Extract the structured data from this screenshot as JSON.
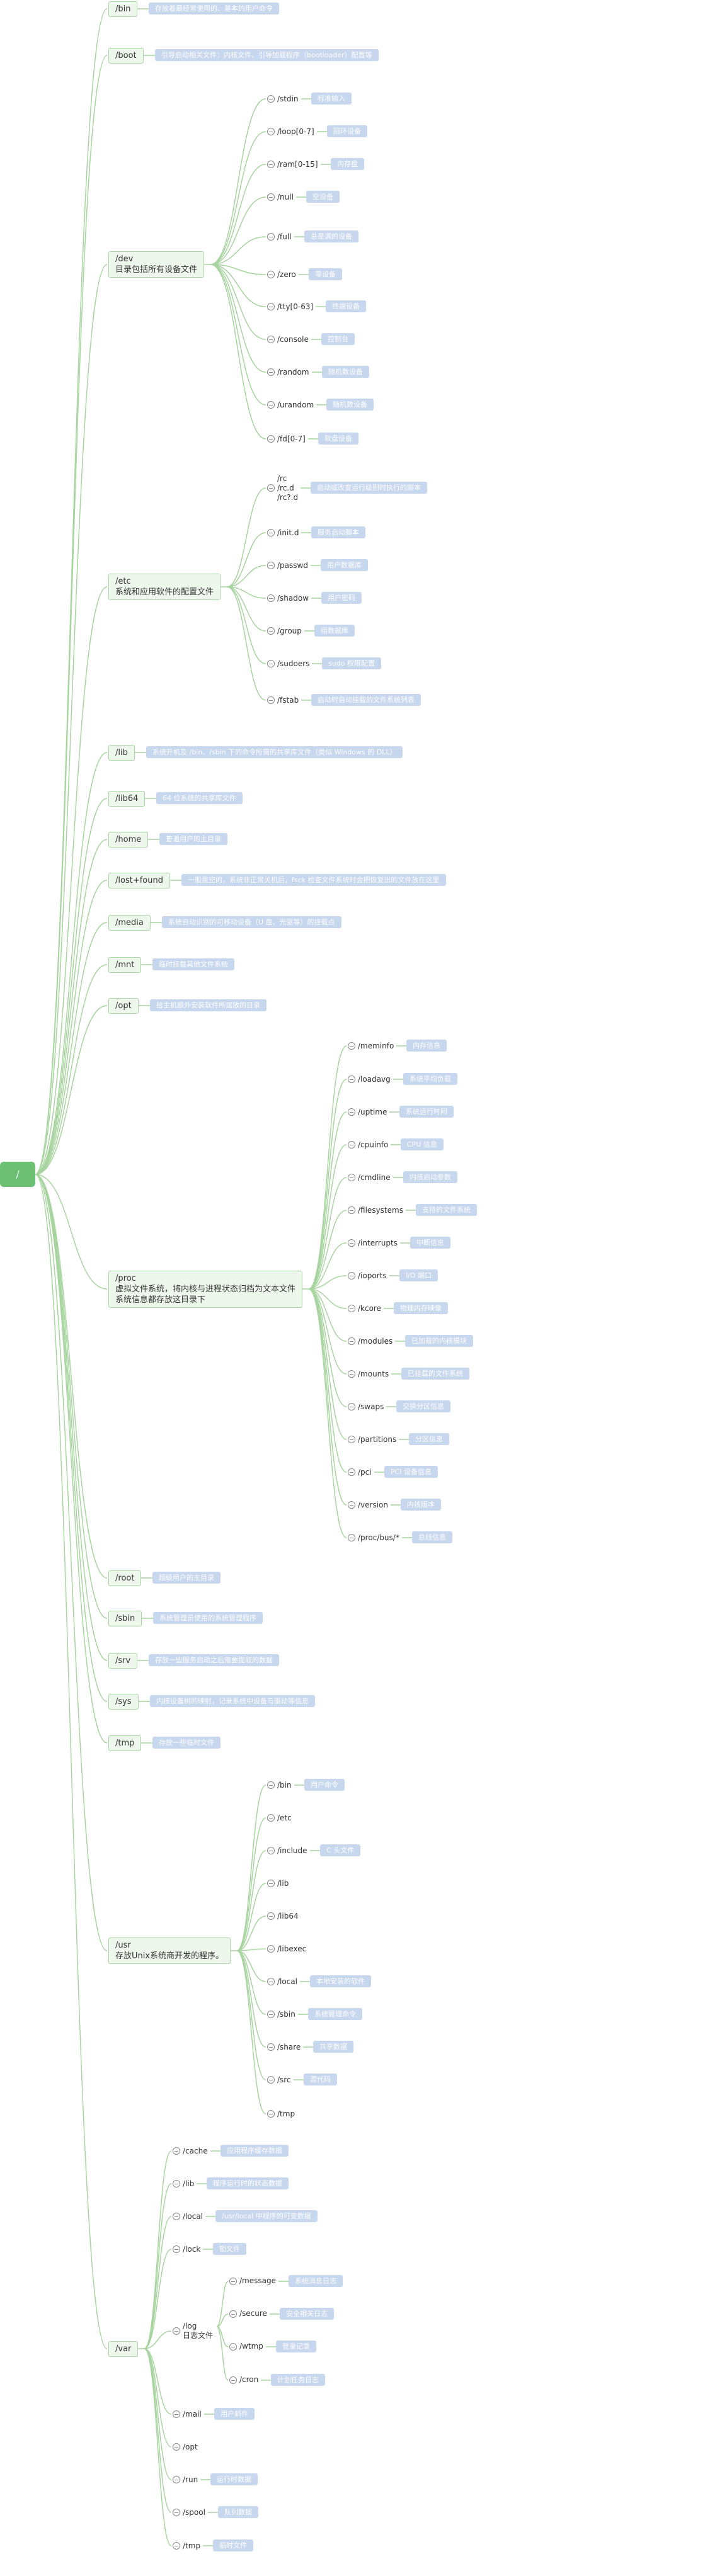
{
  "root": {
    "label": "/"
  },
  "level1": [
    {
      "id": "bin",
      "label": "/bin",
      "note": "存放着最经常使用的、基本的用户命令"
    },
    {
      "id": "boot",
      "label": "/boot",
      "note": "引导启动相关文件：内核文件、引导加载程序（bootloader）配置等"
    },
    {
      "id": "dev",
      "label": "/dev\n目录包括所有设备文件",
      "note": ""
    },
    {
      "id": "etc",
      "label": "/etc\n系统和应用软件的配置文件",
      "note": ""
    },
    {
      "id": "lib",
      "label": "/lib",
      "note": "系统开机及 /bin、/sbin 下的命令所需的共享库文件（类似 Windows 的 DLL）"
    },
    {
      "id": "lib64",
      "label": "/lib64",
      "note": "64 位系统的共享库文件"
    },
    {
      "id": "home",
      "label": "/home",
      "note": "普通用户的主目录"
    },
    {
      "id": "lostfound",
      "label": "/lost+found",
      "note": "一般是空的，系统非正常关机后，fsck 检查文件系统时会把恢复出的文件放在这里"
    },
    {
      "id": "media",
      "label": "/media",
      "note": "系统自动识别的可移动设备（U 盘、光驱等）的挂载点"
    },
    {
      "id": "mnt",
      "label": "/mnt",
      "note": "临时挂载其他文件系统"
    },
    {
      "id": "opt",
      "label": "/opt",
      "note": "给主机额外安装软件所摆放的目录"
    },
    {
      "id": "proc",
      "label": "/proc\n虚拟文件系统，将内核与进程状态归档为文本文件\n系统信息都存放这目录下",
      "note": ""
    },
    {
      "id": "root",
      "label": "/root",
      "note": "超级用户的主目录"
    },
    {
      "id": "sbin",
      "label": "/sbin",
      "note": "系统管理员使用的系统管理程序"
    },
    {
      "id": "srv",
      "label": "/srv",
      "note": "存放一些服务启动之后需要提取的数据"
    },
    {
      "id": "sys",
      "label": "/sys",
      "note": "内核设备树的映射，记录系统中设备与驱动等信息"
    },
    {
      "id": "tmp",
      "label": "/tmp",
      "note": "存放一些临时文件"
    },
    {
      "id": "usr",
      "label": "/usr\n存放Unix系统商开发的程序。",
      "note": ""
    },
    {
      "id": "var",
      "label": "/var",
      "note": ""
    }
  ],
  "children": {
    "dev": [
      {
        "label": "/stdin",
        "note": "标准输入"
      },
      {
        "label": "/loop[0-7]",
        "note": "回环设备"
      },
      {
        "label": "/ram[0-15]",
        "note": "内存盘"
      },
      {
        "label": "/null",
        "note": "空设备"
      },
      {
        "label": "/full",
        "note": "总是满的设备"
      },
      {
        "label": "/zero",
        "note": "零设备"
      },
      {
        "label": "/tty[0-63]",
        "note": "终端设备"
      },
      {
        "label": "/console",
        "note": "控制台"
      },
      {
        "label": "/random",
        "note": "随机数设备"
      },
      {
        "label": "/urandom",
        "note": "随机数设备"
      },
      {
        "label": "/fd[0-7]",
        "note": "软盘设备"
      }
    ],
    "etc": [
      {
        "label": "/rc\n/rc.d\n/rc?.d",
        "note": "启动或改变运行级别时执行的脚本"
      },
      {
        "label": "/init.d",
        "note": "服务启动脚本"
      },
      {
        "label": "/passwd",
        "note": "用户数据库"
      },
      {
        "label": "/shadow",
        "note": "用户密码"
      },
      {
        "label": "/group",
        "note": "组数据库"
      },
      {
        "label": "/sudoers",
        "note": "sudo 权限配置"
      },
      {
        "label": "/fstab",
        "note": "启动时自动挂载的文件系统列表"
      }
    ],
    "proc": [
      {
        "label": "/meminfo",
        "note": "内存信息"
      },
      {
        "label": "/loadavg",
        "note": "系统平均负载"
      },
      {
        "label": "/uptime",
        "note": "系统运行时间"
      },
      {
        "label": "/cpuinfo",
        "note": "CPU 信息"
      },
      {
        "label": "/cmdline",
        "note": "内核启动参数"
      },
      {
        "label": "/filesystems",
        "note": "支持的文件系统"
      },
      {
        "label": "/interrupts",
        "note": "中断信息"
      },
      {
        "label": "/ioports",
        "note": "I/O 端口"
      },
      {
        "label": "/kcore",
        "note": "物理内存映像"
      },
      {
        "label": "/modules",
        "note": "已加载的内核模块"
      },
      {
        "label": "/mounts",
        "note": "已挂载的文件系统"
      },
      {
        "label": "/swaps",
        "note": "交换分区信息"
      },
      {
        "label": "/partitions",
        "note": "分区信息"
      },
      {
        "label": "/pci",
        "note": "PCI 设备信息"
      },
      {
        "label": "/version",
        "note": "内核版本"
      },
      {
        "label": "/proc/bus/*",
        "note": "总线信息"
      }
    ],
    "usr": [
      {
        "label": "/bin",
        "note": "用户命令"
      },
      {
        "label": "/etc",
        "note": ""
      },
      {
        "label": "/include",
        "note": "C 头文件"
      },
      {
        "label": "/lib",
        "note": ""
      },
      {
        "label": "/lib64",
        "note": ""
      },
      {
        "label": "/libexec",
        "note": ""
      },
      {
        "label": "/local",
        "note": "本地安装的软件"
      },
      {
        "label": "/sbin",
        "note": "系统管理命令"
      },
      {
        "label": "/share",
        "note": "共享数据"
      },
      {
        "label": "/src",
        "note": "源代码"
      },
      {
        "label": "/tmp",
        "note": ""
      }
    ],
    "var": [
      {
        "label": "/cache",
        "note": "应用程序缓存数据"
      },
      {
        "label": "/lib",
        "note": "程序运行时的状态数据"
      },
      {
        "label": "/local",
        "note": "/usr/local 中程序的可变数据"
      },
      {
        "label": "/lock",
        "note": "锁文件"
      },
      {
        "label": "/log\n日志文件",
        "note": ""
      },
      {
        "label": "/mail",
        "note": "用户邮件"
      },
      {
        "label": "/opt",
        "note": ""
      },
      {
        "label": "/run",
        "note": "运行时数据"
      },
      {
        "label": "/spool",
        "note": "队列数据"
      },
      {
        "label": "/tmp",
        "note": "临时文件"
      }
    ],
    "log": [
      {
        "label": "/message",
        "note": "系统消息日志"
      },
      {
        "label": "/secure",
        "note": "安全相关日志"
      },
      {
        "label": "/wtmp",
        "note": "登录记录"
      },
      {
        "label": "/cron",
        "note": "计划任务日志"
      }
    ]
  },
  "colors": {
    "line": "#a7d49f",
    "root": "#6cbf73",
    "node_bg": "#eef7ec",
    "node_border": "#a9d7a4",
    "note_bg": "#c6d7ee"
  }
}
